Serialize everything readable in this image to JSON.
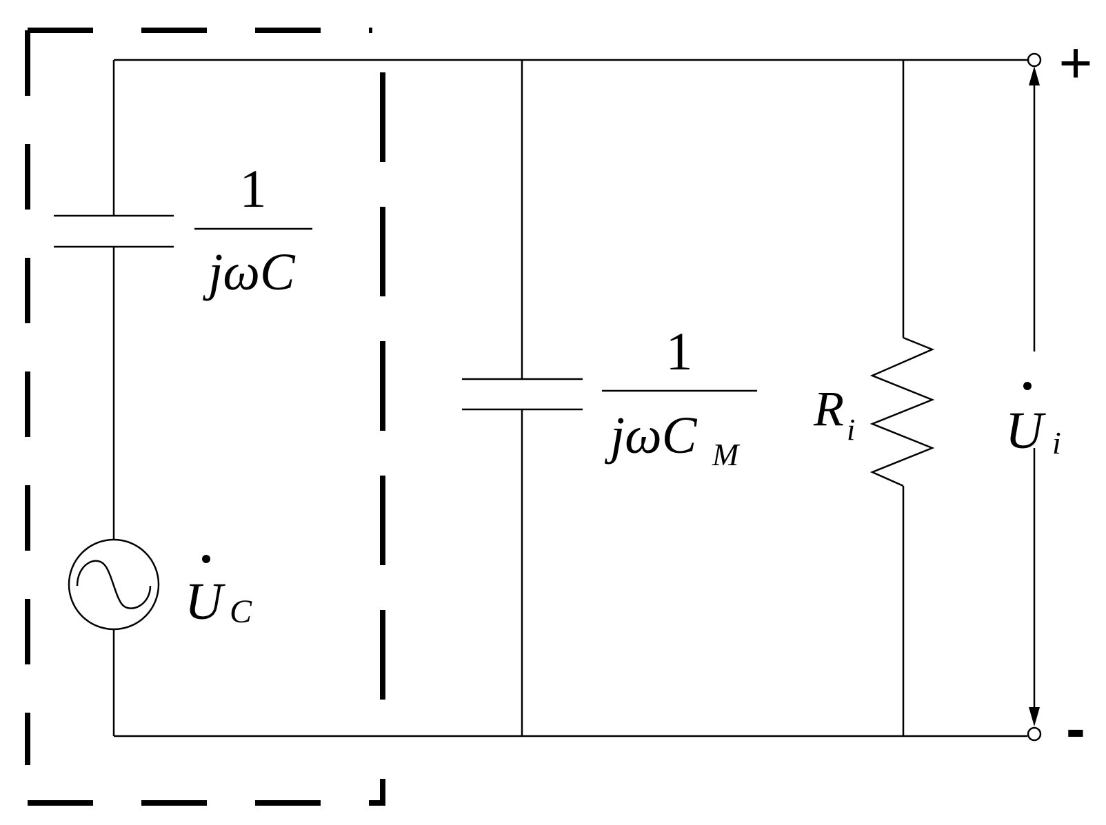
{
  "capacitor_c": {
    "numerator": "1",
    "denominator_main": "jωC"
  },
  "capacitor_cm": {
    "numerator": "1",
    "denominator_main": "jωC",
    "denominator_sub": "M"
  },
  "resistor": {
    "main": "R",
    "sub": "i"
  },
  "source": {
    "main": "U",
    "sub": "C"
  },
  "output_voltage": {
    "main": "U",
    "sub": "i"
  },
  "terminal_plus": "+",
  "terminal_minus": "-"
}
